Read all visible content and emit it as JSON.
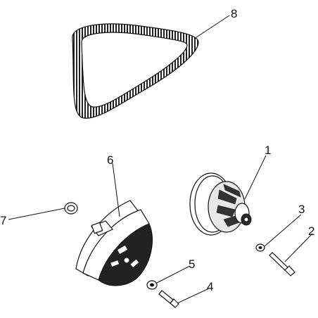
{
  "callouts": [
    {
      "id": "1",
      "label": "1"
    },
    {
      "id": "2",
      "label": "2"
    },
    {
      "id": "3",
      "label": "3"
    },
    {
      "id": "4",
      "label": "4"
    },
    {
      "id": "5",
      "label": "5"
    },
    {
      "id": "6",
      "label": "6"
    },
    {
      "id": "7",
      "label": "7"
    },
    {
      "id": "8",
      "label": "8"
    }
  ],
  "parts": [
    {
      "callout": "8",
      "icon": "drive-belt"
    },
    {
      "callout": "1",
      "icon": "driven-clutch"
    },
    {
      "callout": "6",
      "icon": "drive-clutch"
    },
    {
      "callout": "7",
      "icon": "washer"
    },
    {
      "callout": "3",
      "icon": "washer"
    },
    {
      "callout": "2",
      "icon": "bolt"
    },
    {
      "callout": "5",
      "icon": "washer"
    },
    {
      "callout": "4",
      "icon": "bolt"
    }
  ],
  "colors": {
    "line": "#111111",
    "background": "#ffffff",
    "dark_fill": "#2a2a2a"
  }
}
